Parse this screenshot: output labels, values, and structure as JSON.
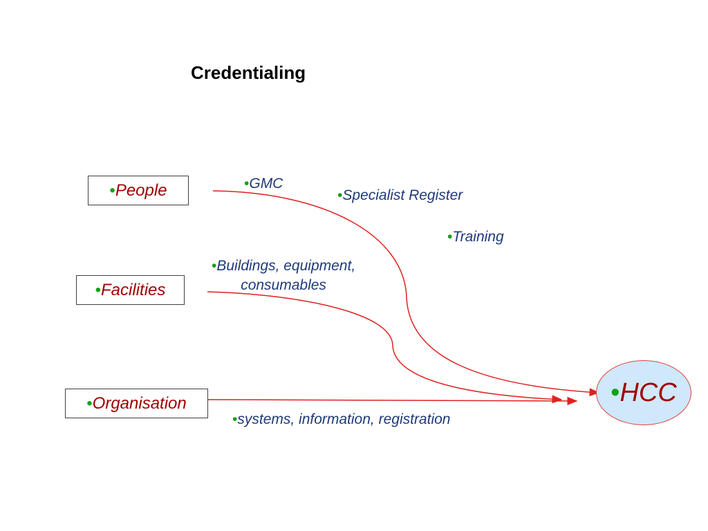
{
  "title": "Credentialing",
  "bullet": "•",
  "sources": {
    "people": "People",
    "facilities": "Facilities",
    "organisation": "Organisation"
  },
  "notes": {
    "gmc": "GMC",
    "specialist_register": "Specialist Register",
    "training": "Training",
    "buildings_line1": "Buildings, equipment,",
    "buildings_line2": "consumables",
    "systems": "systems, information, registration"
  },
  "target": "HCC",
  "colors": {
    "connector": "#e02020",
    "source_text": "#a00000",
    "note_text": "#1f3a78",
    "bullet": "#16a016",
    "target_fill": "#cfe8fb"
  }
}
